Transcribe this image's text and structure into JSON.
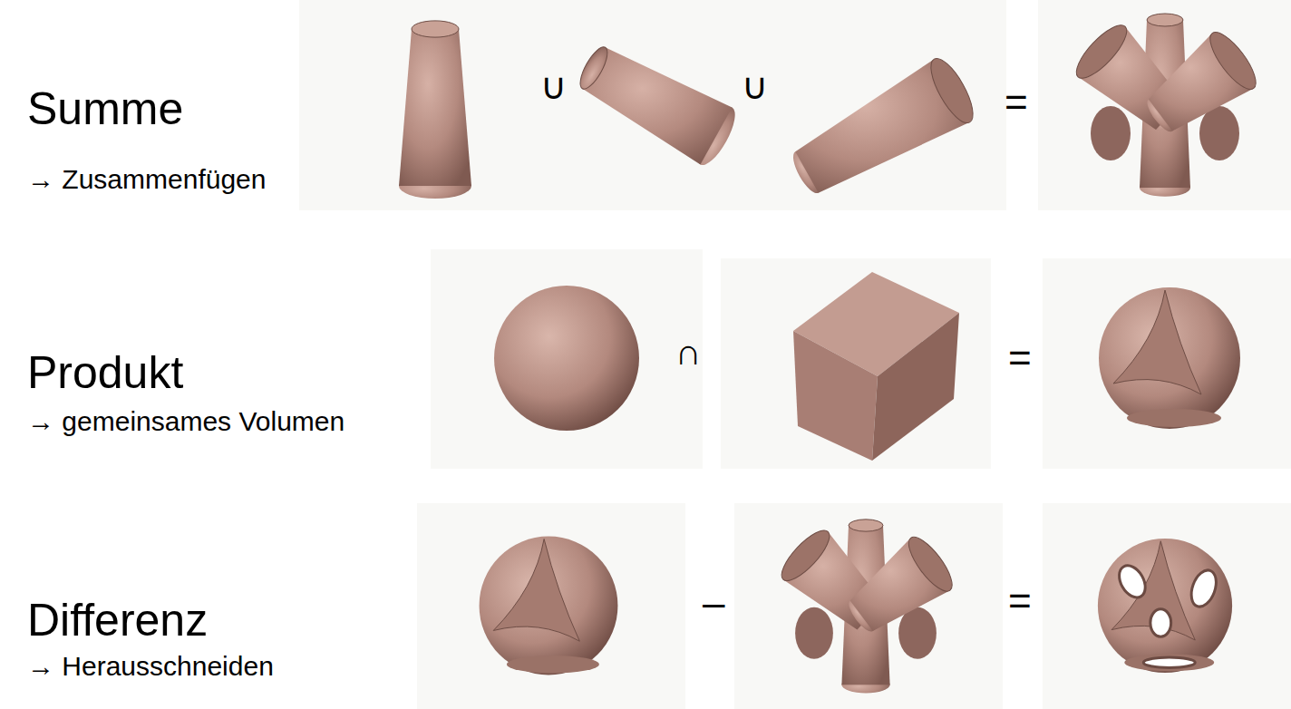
{
  "diagram": {
    "labels": [
      "Summe",
      "→ Zusammenfügen",
      "∪",
      "∪",
      "=",
      "Produkt",
      "→ gemeinsames Volumen",
      "∩",
      "=",
      "Differenz",
      "→ Herausschneiden",
      "–",
      "="
    ]
  }
}
